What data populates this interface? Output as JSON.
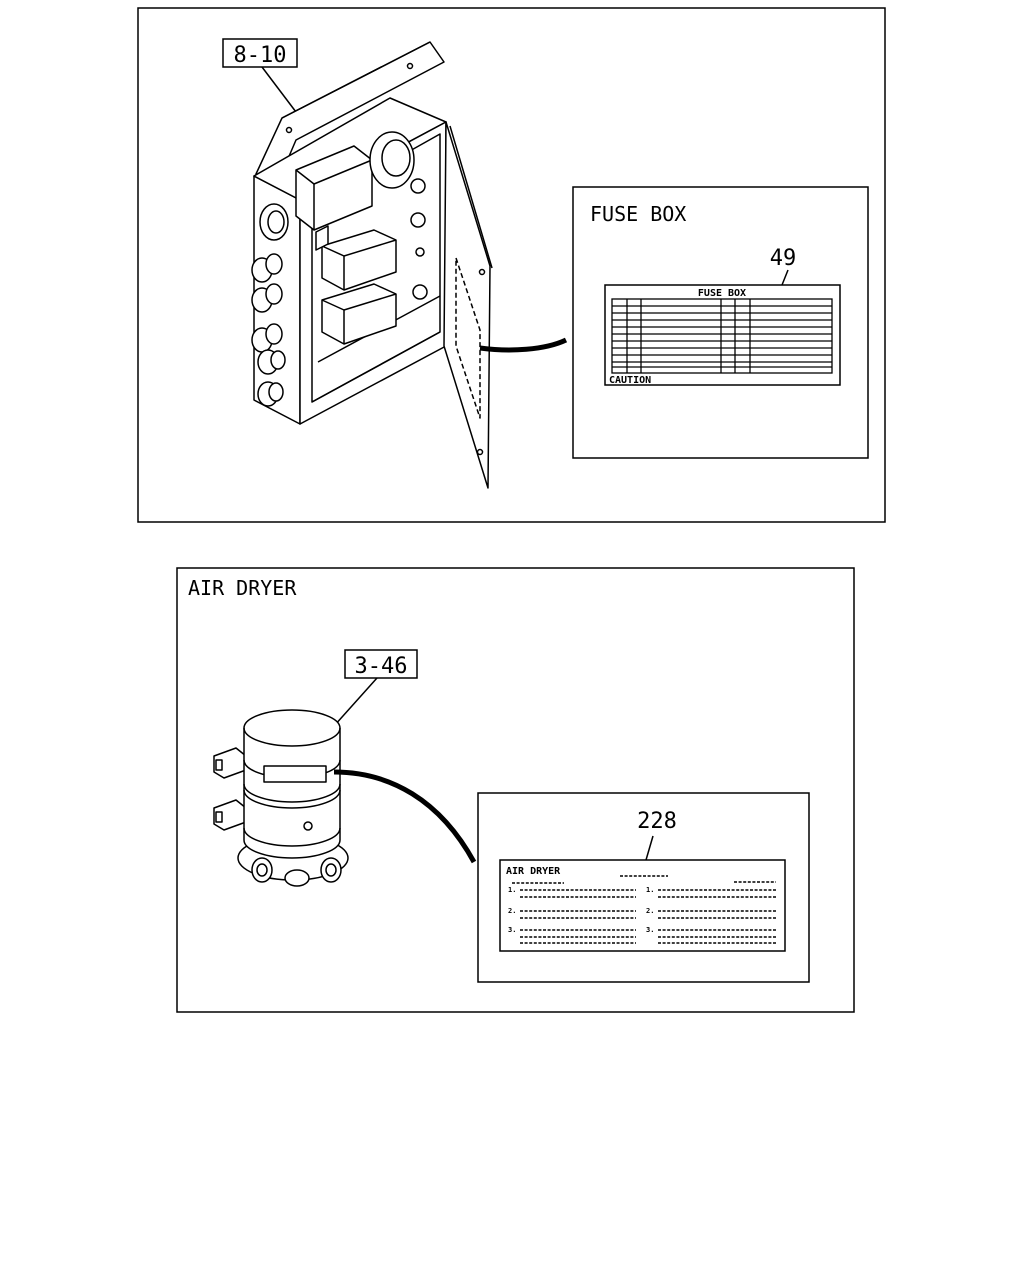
{
  "panel1": {
    "ref_number": "8-10",
    "detail_title": "FUSE BOX",
    "item_number": "49",
    "label_heading": "FUSE BOX",
    "label_footer": "CAUTION"
  },
  "panel2": {
    "title": "AIR DRYER",
    "ref_number": "3-46",
    "item_number": "228",
    "label_heading": "AIR DRYER",
    "label_list_numbers": [
      "1.",
      "2.",
      "3."
    ]
  }
}
